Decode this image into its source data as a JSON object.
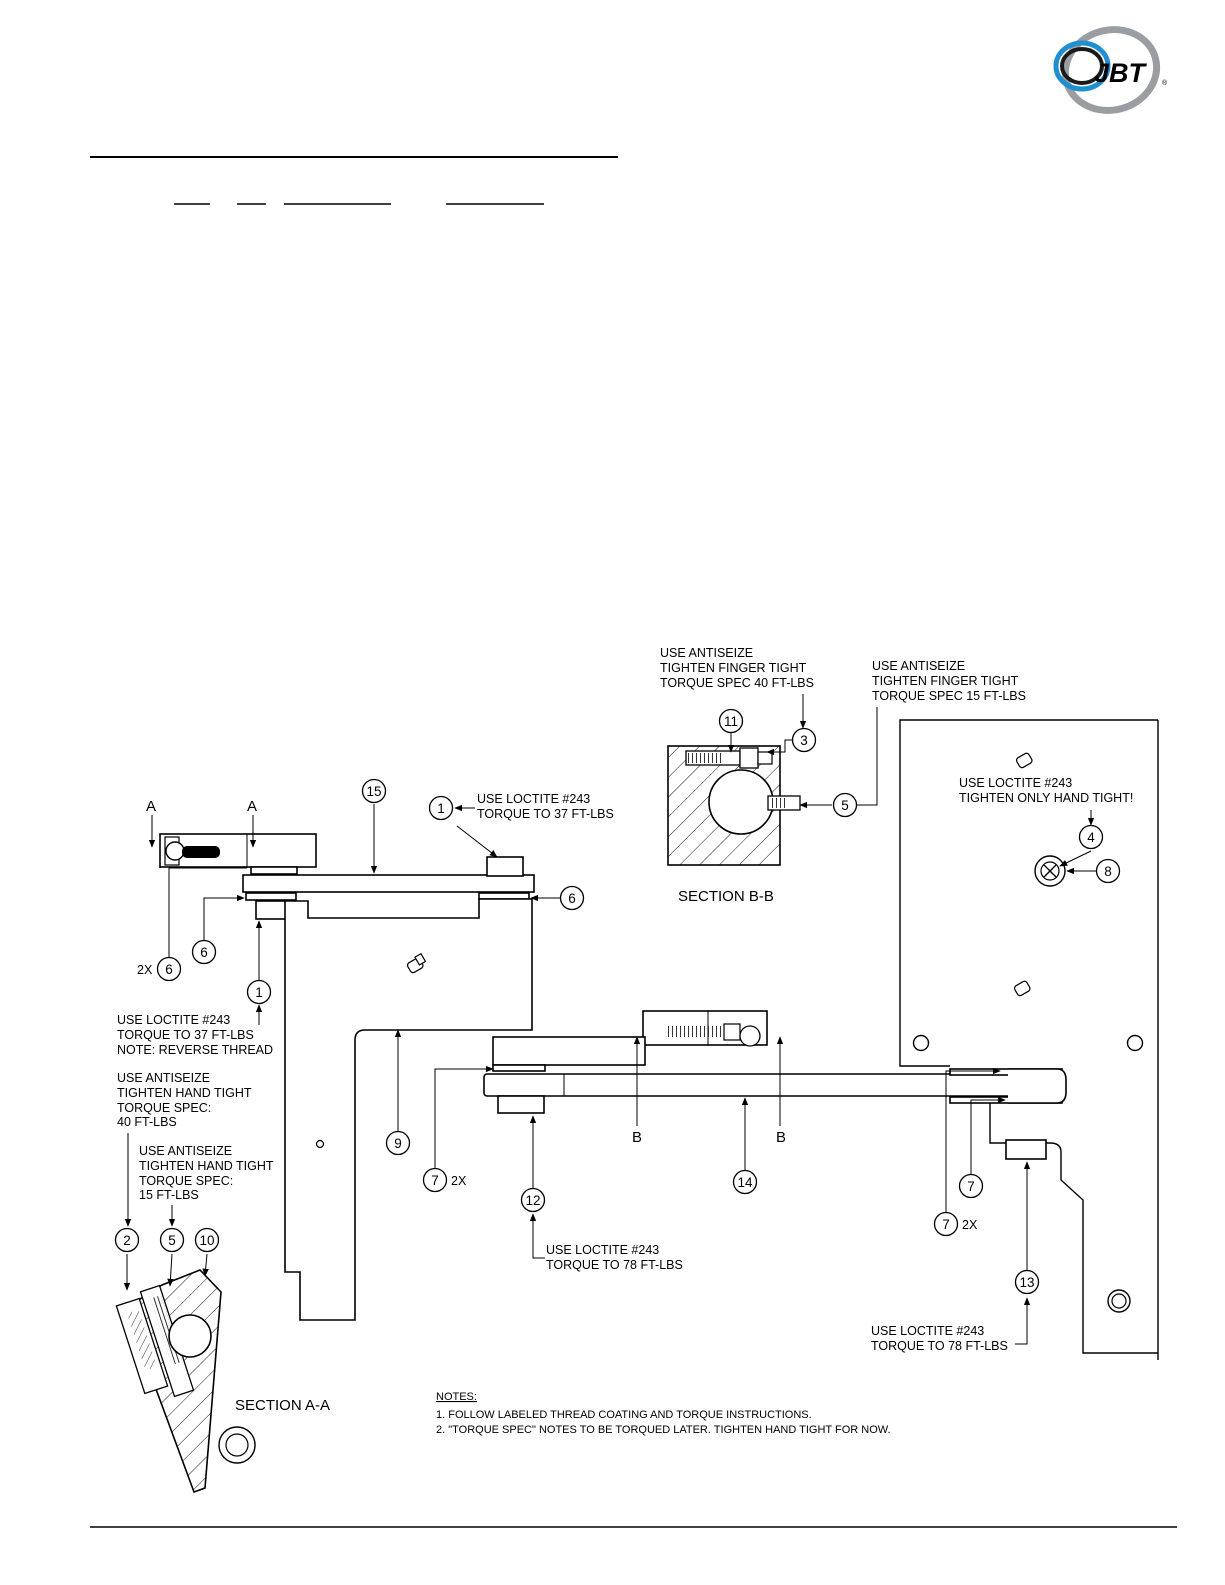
{
  "header": {
    "logo_text": "JBT",
    "logo_colors": {
      "blue": "#1f8fd1",
      "gray": "#9a9ea3",
      "dark": "#1a1a1a"
    }
  },
  "section_labels": {
    "a": "SECTION A-A",
    "b": "SECTION B-B",
    "cut_a": "A",
    "cut_b": "B"
  },
  "balloons": {
    "b1": "1",
    "b2": "2",
    "b3": "3",
    "b4": "4",
    "b5": "5",
    "b6": "6",
    "b7": "7",
    "b8": "8",
    "b9": "9",
    "b10": "10",
    "b11": "11",
    "b12": "12",
    "b13": "13",
    "b14": "14",
    "b15": "15",
    "qty_2x": "2X"
  },
  "callouts": {
    "antiseize_40": [
      "USE ANTISEIZE",
      "TIGHTEN FINGER TIGHT",
      "TORQUE SPEC 40 FT-LBS"
    ],
    "antiseize_15": [
      "USE ANTISEIZE",
      "TIGHTEN FINGER TIGHT",
      "TORQUE SPEC 15 FT-LBS"
    ],
    "loctite_37": [
      "USE LOCTITE #243",
      "TORQUE TO 37 FT-LBS"
    ],
    "loctite_hand": [
      "USE LOCTITE #243",
      "TIGHTEN ONLY HAND TIGHT!"
    ],
    "loctite_37_rev": [
      "USE LOCTITE #243",
      "TORQUE TO 37 FT-LBS",
      "NOTE: REVERSE THREAD"
    ],
    "antiseize_hand_40": [
      "USE ANTISEIZE",
      "TIGHTEN HAND TIGHT",
      "TORQUE SPEC:",
      "40 FT-LBS"
    ],
    "antiseize_hand_15": [
      "USE ANTISEIZE",
      "TIGHTEN HAND TIGHT",
      "TORQUE SPEC:",
      "15 FT-LBS"
    ],
    "loctite_78_a": [
      "USE LOCTITE #243",
      "TORQUE TO 78 FT-LBS"
    ],
    "loctite_78_b": [
      "USE LOCTITE #243",
      "TORQUE TO 78 FT-LBS"
    ]
  },
  "notes": {
    "heading": "NOTES:",
    "items": [
      "1. FOLLOW LABELED THREAD COATING AND TORQUE INSTRUCTIONS.",
      "2. \"TORQUE SPEC\" NOTES TO BE TORQUED LATER. TIGHTEN HAND TIGHT FOR NOW."
    ]
  }
}
